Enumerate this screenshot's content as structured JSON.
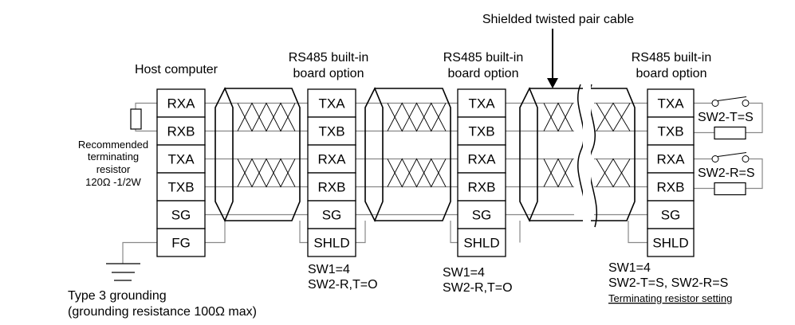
{
  "title": "Shielded twisted pair cable",
  "host": {
    "label": "Host computer",
    "terminals": [
      "RXA",
      "RXB",
      "TXA",
      "TXB",
      "SG",
      "FG"
    ],
    "resistor_note": [
      "Recommended",
      "terminating",
      "resistor",
      "120Ω -1/2W"
    ],
    "grounding": [
      "Type 3 grounding",
      "(grounding resistance 100Ω max)"
    ]
  },
  "boards": [
    {
      "label": [
        "RS485 built-in",
        "board option"
      ],
      "terminals": [
        "TXA",
        "TXB",
        "RXA",
        "RXB",
        "SG",
        "SHLD"
      ],
      "settings": [
        "SW1=4",
        "SW2-R,T=O"
      ]
    },
    {
      "label": [
        "RS485 built-in",
        "board option"
      ],
      "terminals": [
        "TXA",
        "TXB",
        "RXA",
        "RXB",
        "SG",
        "SHLD"
      ],
      "settings": [
        "SW1=4",
        "SW2-R,T=O"
      ]
    },
    {
      "label": [
        "RS485 built-in",
        "board option"
      ],
      "terminals": [
        "TXA",
        "TXB",
        "RXA",
        "RXB",
        "SG",
        "SHLD"
      ],
      "settings": [
        "SW1=4",
        "SW2-T=S, SW2-R=S"
      ],
      "note": "Terminating resistor setting"
    }
  ],
  "switches": [
    "SW2-T=S",
    "SW2-R=S"
  ],
  "colors": {
    "line": "#000000",
    "wire": "#888888"
  }
}
